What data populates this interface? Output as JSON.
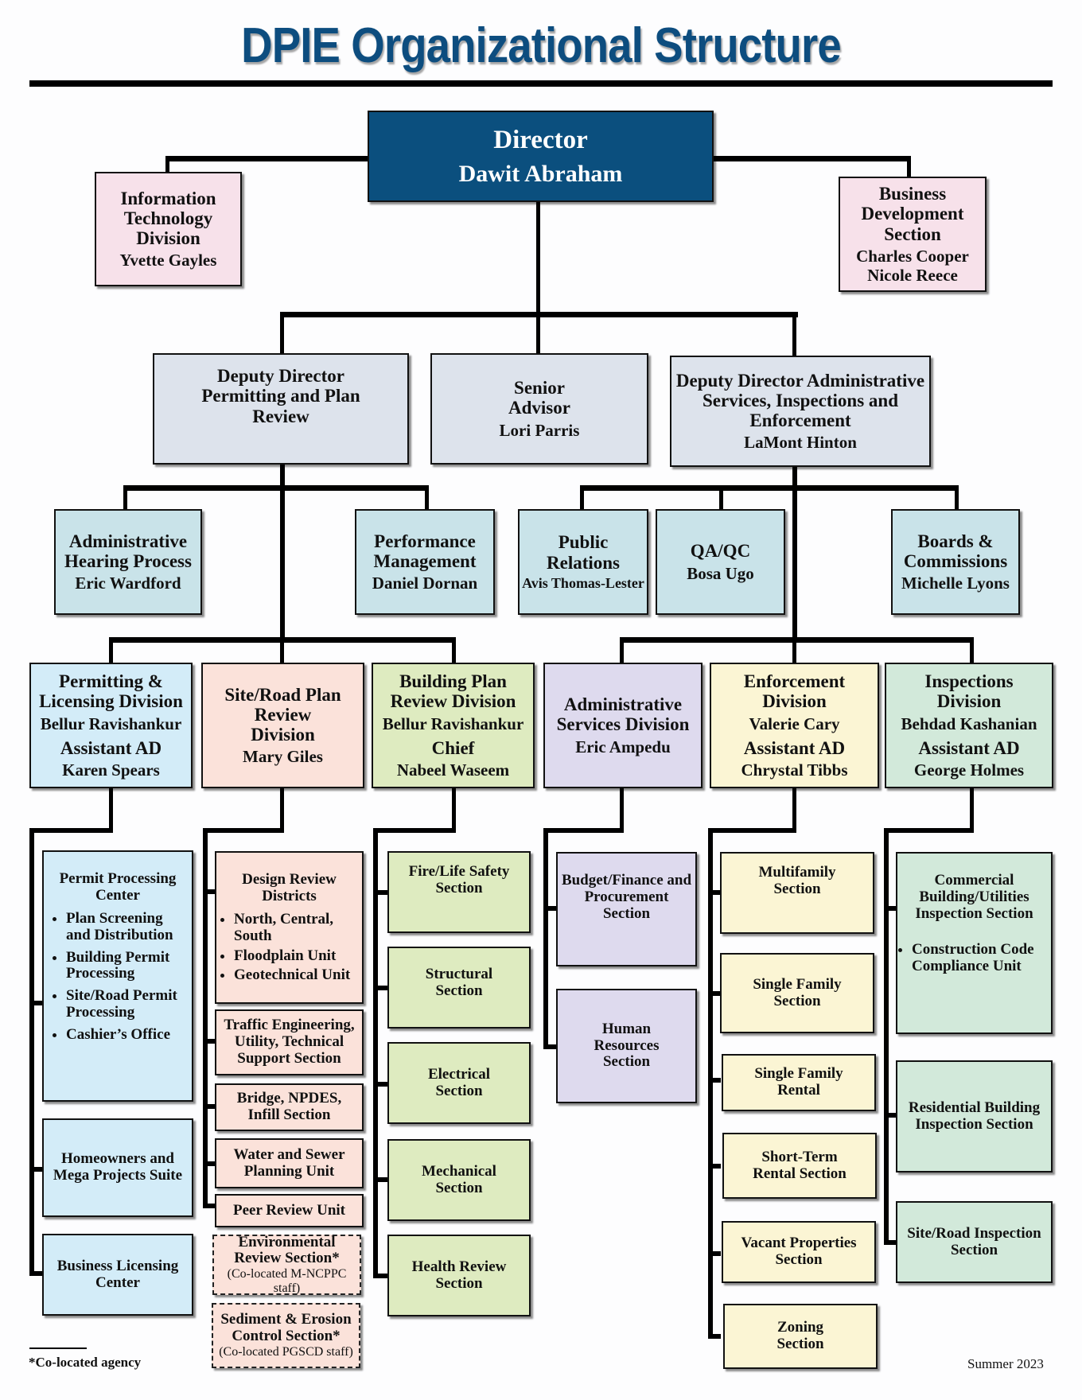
{
  "title": "DPIE Organizational Structure",
  "director": {
    "title": "Director",
    "name": "Dawit Abraham"
  },
  "it_division": {
    "title": "Information Technology Division",
    "name": "Yvette Gayles"
  },
  "business_dev": {
    "title": "Business Development Section",
    "names": [
      "Charles Cooper",
      "Nicole Reece"
    ]
  },
  "deputy_permitting": {
    "title": "Deputy Director Permitting and Plan Review"
  },
  "senior_advisor": {
    "title": "Senior Advisor",
    "name": "Lori Parris"
  },
  "deputy_admin": {
    "title": "Deputy Director Administrative Services, Inspections and Enforcement",
    "name": "LaMont Hinton"
  },
  "offices": [
    {
      "title": "Administrative Hearing Process",
      "name": "Eric Wardford"
    },
    {
      "title": "Performance Management",
      "name": "Daniel Dornan"
    },
    {
      "title": "Public Relations",
      "name": "Avis Thomas-Lester"
    },
    {
      "title": "QA/QC",
      "name": "Bosa Ugo"
    },
    {
      "title": "Boards & Commissions",
      "name": "Michelle Lyons"
    }
  ],
  "divisions": [
    {
      "title": "Permitting & Licensing Division",
      "name": "Bellur Ravishankur",
      "role": "Assistant AD",
      "name2": "Karen Spears"
    },
    {
      "title": "Site/Road Plan Review Division",
      "name": "Mary Giles"
    },
    {
      "title": "Building Plan Review Division",
      "name": "Bellur Ravishankur",
      "role": "Chief",
      "name2": "Nabeel Waseem"
    },
    {
      "title": "Administrative Services Division",
      "name": "Eric Ampedu"
    },
    {
      "title": "Enforcement Division",
      "name": "Valerie Cary",
      "role": "Assistant AD",
      "name2": "Chrystal Tibbs"
    },
    {
      "title": "Inspections Division",
      "name": "Behdad Kashanian",
      "role": "Assistant AD",
      "name2": "George Holmes"
    }
  ],
  "permitting_units": {
    "ppc": {
      "title": "Permit Processing Center",
      "items": [
        "Plan Screening and Distribution",
        "Building Permit Processing",
        "Site/Road Permit Processing",
        "Cashier’s Office"
      ]
    },
    "homeowners": "Homeowners and Mega Projects Suite",
    "business_licensing": "Business Licensing Center"
  },
  "site_road_units": {
    "design_review": {
      "title": "Design Review Districts",
      "items": [
        "North, Central, South",
        "Floodplain Unit",
        "Geotechnical Unit"
      ]
    },
    "traffic": "Traffic Engineering, Utility, Technical Support Section",
    "bridge": "Bridge, NPDES, Infill Section",
    "water": "Water and Sewer Planning Unit",
    "peer": "Peer Review Unit",
    "environmental": {
      "title": "Environmental Review Section*",
      "note": "(Co-located M-NCPPC staff)"
    },
    "sediment": {
      "title": "Sediment & Erosion Control Section*",
      "note": "(Co-located PGSCD staff)"
    }
  },
  "building_units": [
    "Fire/Life Safety Section",
    "Structural Section",
    "Electrical Section",
    "Mechanical Section",
    "Health Review Section"
  ],
  "admin_units": [
    "Budget/Finance and Procurement Section",
    "Human Resources Section"
  ],
  "enforcement_units": [
    "Multifamily Section",
    "Single Family Section",
    "Single Family Rental",
    "Short-Term Rental Section",
    "Vacant Properties Section",
    "Zoning Section"
  ],
  "inspection_units": {
    "commercial": {
      "title": "Commercial Building/Utilities Inspection Section",
      "items": [
        "Construction Code Compliance Unit"
      ]
    },
    "residential": "Residential Building Inspection Section",
    "site_road": "Site/Road Inspection Section"
  },
  "footnote": "*Co-located agency",
  "date": "Summer 2023",
  "colors": {
    "title": "#0d4d7f",
    "director": "#0b4f7e"
  }
}
